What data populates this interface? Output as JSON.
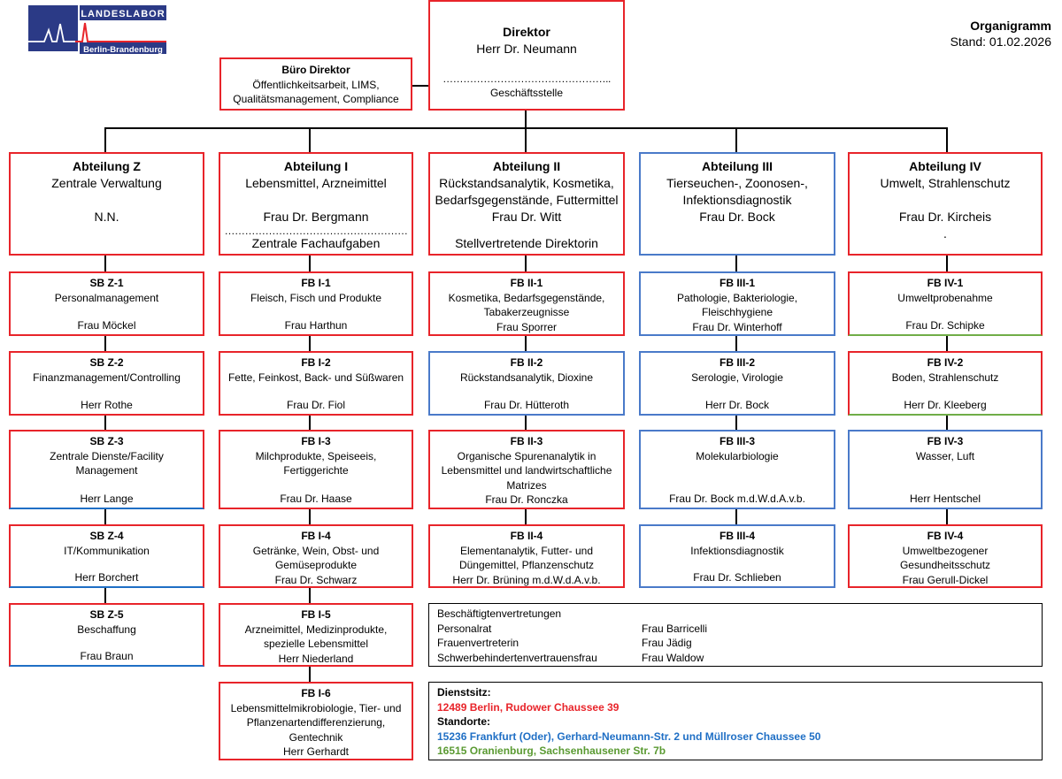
{
  "logo": {
    "line1": "LANDESLABOR",
    "line2": "Berlin-Brandenburg"
  },
  "header": {
    "title": "Organigramm",
    "date": "Stand: 01.02.2026"
  },
  "director": {
    "title": "Direktor",
    "name": "Herr Dr. Neumann",
    "dots": "…………………………………………..",
    "office": "Geschäftsstelle"
  },
  "buero": {
    "title": "Büro Direktor",
    "line1": "Öffentlichkeitsarbeit, LIMS,",
    "line2": "Qualitätsmanagement, Compliance"
  },
  "abteilungen": [
    {
      "title": "Abteilung Z",
      "lines": [
        "Zentrale Verwaltung",
        "",
        "N.N."
      ],
      "foot": ""
    },
    {
      "title": "Abteilung I",
      "lines": [
        "Lebensmittel, Arzneimittel",
        "",
        "Frau Dr. Bergmann"
      ],
      "dots": "………………………………………………",
      "foot": "Zentrale Fachaufgaben"
    },
    {
      "title": "Abteilung II",
      "lines": [
        "Rückstandsanalytik, Kosmetika,",
        "Bedarfsgegenstände, Futtermittel",
        "Frau Dr. Witt"
      ],
      "foot": "Stellvertretende Direktorin"
    },
    {
      "title": "Abteilung III",
      "lines": [
        "Tierseuchen-, Zoonosen-,",
        "Infektionsdiagnostik",
        "Frau Dr. Bock"
      ],
      "foot": ""
    },
    {
      "title": "Abteilung IV",
      "lines": [
        "Umwelt, Strahlenschutz",
        "",
        "Frau Dr. Kircheis",
        "."
      ],
      "foot": ""
    }
  ],
  "colZ": [
    {
      "title": "SB Z-1",
      "lines": [
        "Personalmanagement"
      ],
      "person": "Frau Möckel"
    },
    {
      "title": "SB Z-2",
      "lines": [
        "Finanzmanagement/Controlling"
      ],
      "person": "Herr Rothe"
    },
    {
      "title": "SB Z-3",
      "lines": [
        "Zentrale Dienste/Facility",
        "Management"
      ],
      "person": "Herr Lange"
    },
    {
      "title": "SB Z-4",
      "lines": [
        "IT/Kommunikation"
      ],
      "person": "Herr Borchert"
    },
    {
      "title": "SB Z-5",
      "lines": [
        "Beschaffung"
      ],
      "person": "Frau Braun"
    }
  ],
  "colI": [
    {
      "title": "FB I-1",
      "lines": [
        "Fleisch, Fisch und Produkte"
      ],
      "person": "Frau Harthun"
    },
    {
      "title": "FB I-2",
      "lines": [
        "Fette, Feinkost, Back- und Süßwaren"
      ],
      "person": "Frau Dr. Fiol"
    },
    {
      "title": "FB I-3",
      "lines": [
        "Milchprodukte, Speiseeis,",
        "Fertiggerichte"
      ],
      "person": "Frau Dr. Haase"
    },
    {
      "title": "FB I-4",
      "lines": [
        "Getränke, Wein, Obst- und",
        "Gemüseprodukte"
      ],
      "person": "Frau Dr. Schwarz"
    },
    {
      "title": "FB I-5",
      "lines": [
        "Arzneimittel, Medizinprodukte,",
        "spezielle Lebensmittel"
      ],
      "person": "Herr Niederland"
    },
    {
      "title": "FB I-6",
      "lines": [
        "Lebensmittelmikrobiologie, Tier- und",
        "Pflanzenartendifferenzierung,",
        "Gentechnik"
      ],
      "person": "Herr Gerhardt"
    }
  ],
  "colII": [
    {
      "title": "FB II-1",
      "lines": [
        "Kosmetika, Bedarfsgegenstände,",
        "Tabakerzeugnisse"
      ],
      "person": "Frau Sporrer"
    },
    {
      "title": "FB II-2",
      "lines": [
        "Rückstandsanalytik, Dioxine"
      ],
      "person": "Frau Dr. Hütteroth"
    },
    {
      "title": "FB II-3",
      "lines": [
        "Organische Spurenanalytik in",
        "Lebensmittel und landwirtschaftliche",
        "Matrizes"
      ],
      "person": "Frau Dr. Ronczka"
    },
    {
      "title": "FB II-4",
      "lines": [
        "Elementanalytik, Futter- und",
        "Düngemittel, Pflanzenschutz"
      ],
      "person": "Herr Dr. Brüning m.d.W.d.A.v.b."
    }
  ],
  "colIII": [
    {
      "title": "FB III-1",
      "lines": [
        "Pathologie, Bakteriologie,",
        "Fleischhygiene"
      ],
      "person": "Frau Dr. Winterhoff"
    },
    {
      "title": "FB III-2",
      "lines": [
        "Serologie, Virologie"
      ],
      "person": "Herr Dr. Bock"
    },
    {
      "title": "FB III-3",
      "lines": [
        "Molekularbiologie"
      ],
      "person": "Frau Dr. Bock m.d.W.d.A.v.b."
    },
    {
      "title": "FB III-4",
      "lines": [
        "Infektionsdiagnostik"
      ],
      "person": "Frau Dr. Schlieben"
    }
  ],
  "colIV": [
    {
      "title": "FB IV-1",
      "lines": [
        "Umweltprobenahme"
      ],
      "person": "Frau Dr. Schipke"
    },
    {
      "title": "FB IV-2",
      "lines": [
        "Boden, Strahlenschutz"
      ],
      "person": "Herr Dr. Kleeberg"
    },
    {
      "title": "FB IV-3",
      "lines": [
        "Wasser, Luft"
      ],
      "person": "Herr Hentschel"
    },
    {
      "title": "FB IV-4",
      "lines": [
        "Umweltbezogener",
        "Gesundheitsschutz"
      ],
      "person": "Frau Gerull-Dickel"
    }
  ],
  "vertretungen": {
    "title": "Beschäftigtenvertretungen",
    "rows": [
      {
        "role": "Personalrat",
        "name": "Frau Barricelli"
      },
      {
        "role": "Frauenvertreterin",
        "name": "Frau Jädig"
      },
      {
        "role": "Schwerbehindertenvertrauensfrau",
        "name": "Frau Waldow"
      }
    ]
  },
  "standorte": {
    "dienstsitz_label": "Dienstsitz:",
    "dienstsitz": "12489 Berlin, Rudower Chaussee 39",
    "standorte_label": "Standorte:",
    "frankfurt": "15236 Frankfurt (Oder), Gerhard-Neumann-Str. 2 und Müllroser Chaussee 50",
    "oranienburg": "16515 Oranienburg, Sachsenhausener Str. 7b"
  },
  "colors": {
    "red": "#e8242a",
    "blue": "#4a7ac9",
    "green": "#70ad47",
    "navy": "#2b3a86",
    "link_blue": "#1f6fc5"
  }
}
